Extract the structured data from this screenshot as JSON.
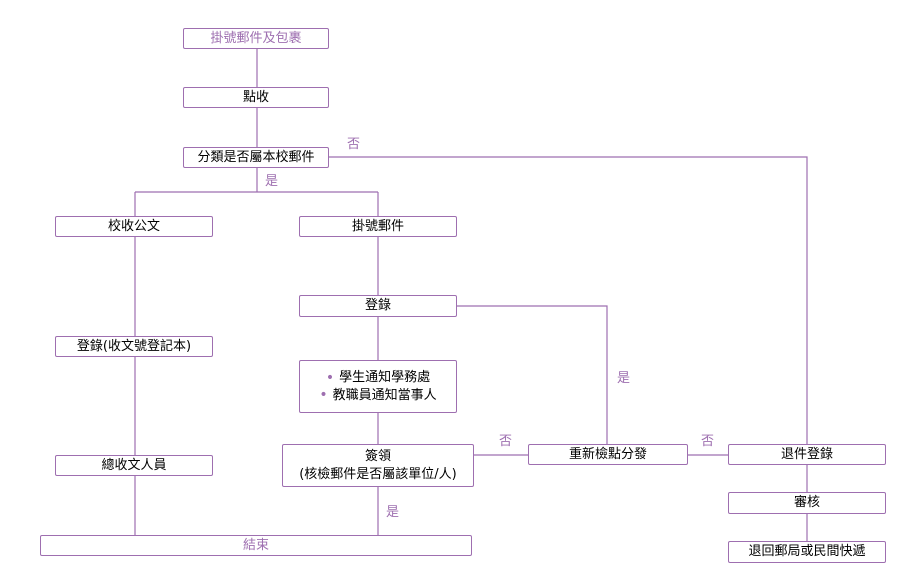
{
  "nodes": {
    "registered_mail_parcel": "掛號郵件及包裹",
    "count_receive": "點收",
    "classify": "分類是否屬本校郵件",
    "school_documents": "校收公文",
    "registered_mail": "掛號郵件",
    "register_top": "登錄",
    "register_docs": "登錄(收文號登記本)",
    "notify_students": "學生通知學務處",
    "notify_staff": "教職員通知當事人",
    "sign_receive_line1": "簽領",
    "sign_receive_line2": "(核檢郵件是否屬該單位/人)",
    "general_receiver": "總收文人員",
    "recheck_distribute": "重新檢點分發",
    "return_register": "退件登錄",
    "review": "審核",
    "return_post": "退回郵局或民間快遞",
    "end": "結束"
  },
  "edge_labels": {
    "classify_no": "否",
    "classify_yes": "是",
    "recheck_yes": "是",
    "sign_no": "否",
    "return_no": "否",
    "sign_yes": "是"
  },
  "colors": {
    "accent": "#9e6fb0",
    "text": "#000000"
  }
}
